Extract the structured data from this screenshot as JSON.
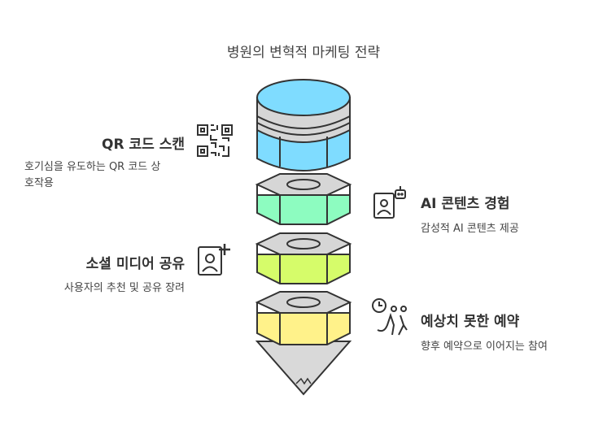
{
  "title": "병원의 변혁적 마케팅 전략",
  "items": [
    {
      "label": "QR 코드 스캔",
      "description_lines": [
        "호기심을 유도하는 QR 코드 상",
        "호작용"
      ],
      "icon": "qr-code-icon",
      "color": "#7fdcff"
    },
    {
      "label": "AI 콘텐츠 경험",
      "description_lines": [
        "감성적 AI 콘텐츠 제공"
      ],
      "icon": "robot-person-icon",
      "color": "#8dfcc0"
    },
    {
      "label": "소셜 미디어 공유",
      "description_lines": [
        "사용자의 추천 및 공유 장려"
      ],
      "icon": "add-person-icon",
      "color": "#d6fc6a"
    },
    {
      "label": "예상치 못한 예약",
      "description_lines": [
        "향후 예약으로 이어지는 참여"
      ],
      "icon": "clock-people-icon",
      "color": "#fff28a"
    }
  ],
  "colors": {
    "cap_gray": "#d6d6d6",
    "stroke": "#333333",
    "cone_gray": "#d9d9d9"
  }
}
